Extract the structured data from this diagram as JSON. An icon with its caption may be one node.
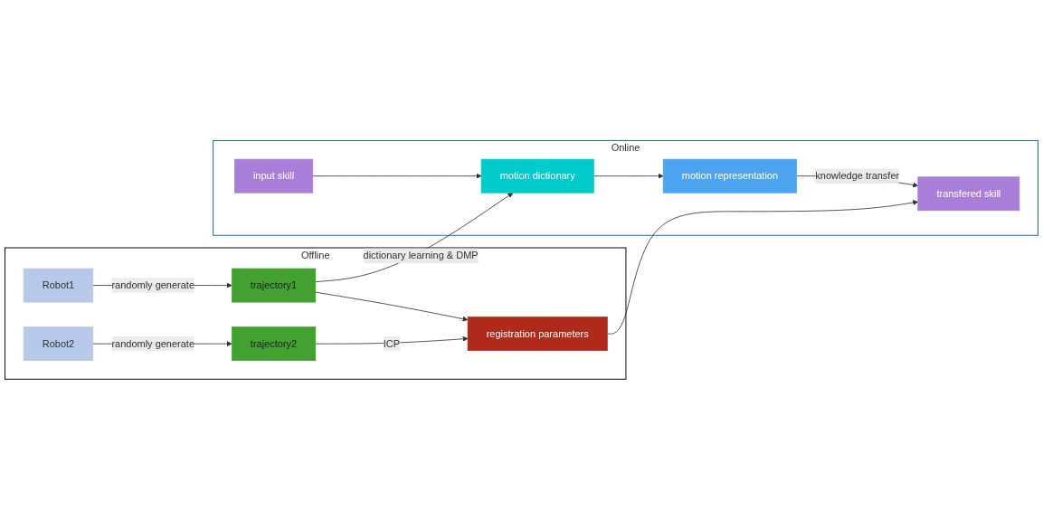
{
  "diagram": {
    "nodes": [
      {
        "text": [
          "Offline"
        ]
      },
      {
        "text": [
          "Robot1"
        ],
        "in": 0
      },
      {
        "text": [
          "trajectory1"
        ],
        "in": 0
      },
      {
        "text": [
          "Robot2"
        ],
        "in": 0
      },
      {
        "text": [
          "trajectory2"
        ],
        "in": 0
      },
      {
        "text": [
          "registration parameters"
        ],
        "in": 0
      },
      {
        "text": [
          "Online"
        ]
      },
      {
        "text": [
          "input skill"
        ],
        "in": 6
      },
      {
        "text": [
          "motion dictionary"
        ],
        "in": 6
      },
      {
        "text": [
          "motion representation"
        ],
        "in": 6
      },
      {
        "text": [
          "transfered skill"
        ],
        "in": 6
      }
    ],
    "edges": [
      {
        "from": 1,
        "to": 2,
        "arrow": "to",
        "label": "randomly generate"
      },
      {
        "from": 3,
        "to": 4,
        "arrow": "to",
        "label": "randomly generate"
      },
      {
        "from": 2,
        "to": 8,
        "arrow": "to",
        "label": "dictionary learning & DMP"
      },
      {
        "from": 2,
        "to": 5,
        "arrow": "to"
      },
      {
        "from": 4,
        "to": 5,
        "arrow": "to",
        "label": "ICP"
      },
      {
        "from": 7,
        "to": 8,
        "arrow": "to"
      },
      {
        "from": 8,
        "to": 9,
        "arrow": "to"
      },
      {
        "from": 9,
        "to": 10,
        "arrow": "to",
        "label": "knowledge transfer"
      },
      {
        "from": 5,
        "to": 10,
        "arrow": "to"
      }
    ]
  }
}
